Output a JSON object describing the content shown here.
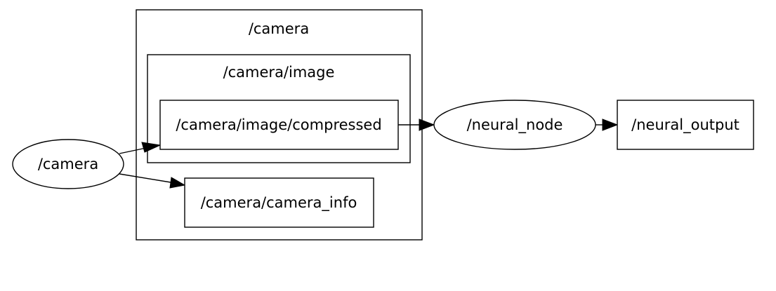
{
  "clusters": {
    "camera": {
      "label": "/camera"
    },
    "camera_image": {
      "label": "/camera/image"
    }
  },
  "nodes": {
    "camera_node": {
      "label": "/camera",
      "shape": "ellipse"
    },
    "compressed_topic": {
      "label": "/camera/image/compressed",
      "shape": "box"
    },
    "camera_info_topic": {
      "label": "/camera/camera_info",
      "shape": "box"
    },
    "neural_node": {
      "label": "/neural_node",
      "shape": "ellipse"
    },
    "neural_output_topic": {
      "label": "/neural_output",
      "shape": "box"
    }
  },
  "edges": [
    {
      "from": "camera_node",
      "to": "compressed_topic"
    },
    {
      "from": "camera_node",
      "to": "camera_info_topic"
    },
    {
      "from": "compressed_topic",
      "to": "neural_node"
    },
    {
      "from": "neural_node",
      "to": "neural_output_topic"
    }
  ],
  "colors": {
    "stroke": "#000000",
    "fill": "#ffffff",
    "text": "#000000"
  }
}
